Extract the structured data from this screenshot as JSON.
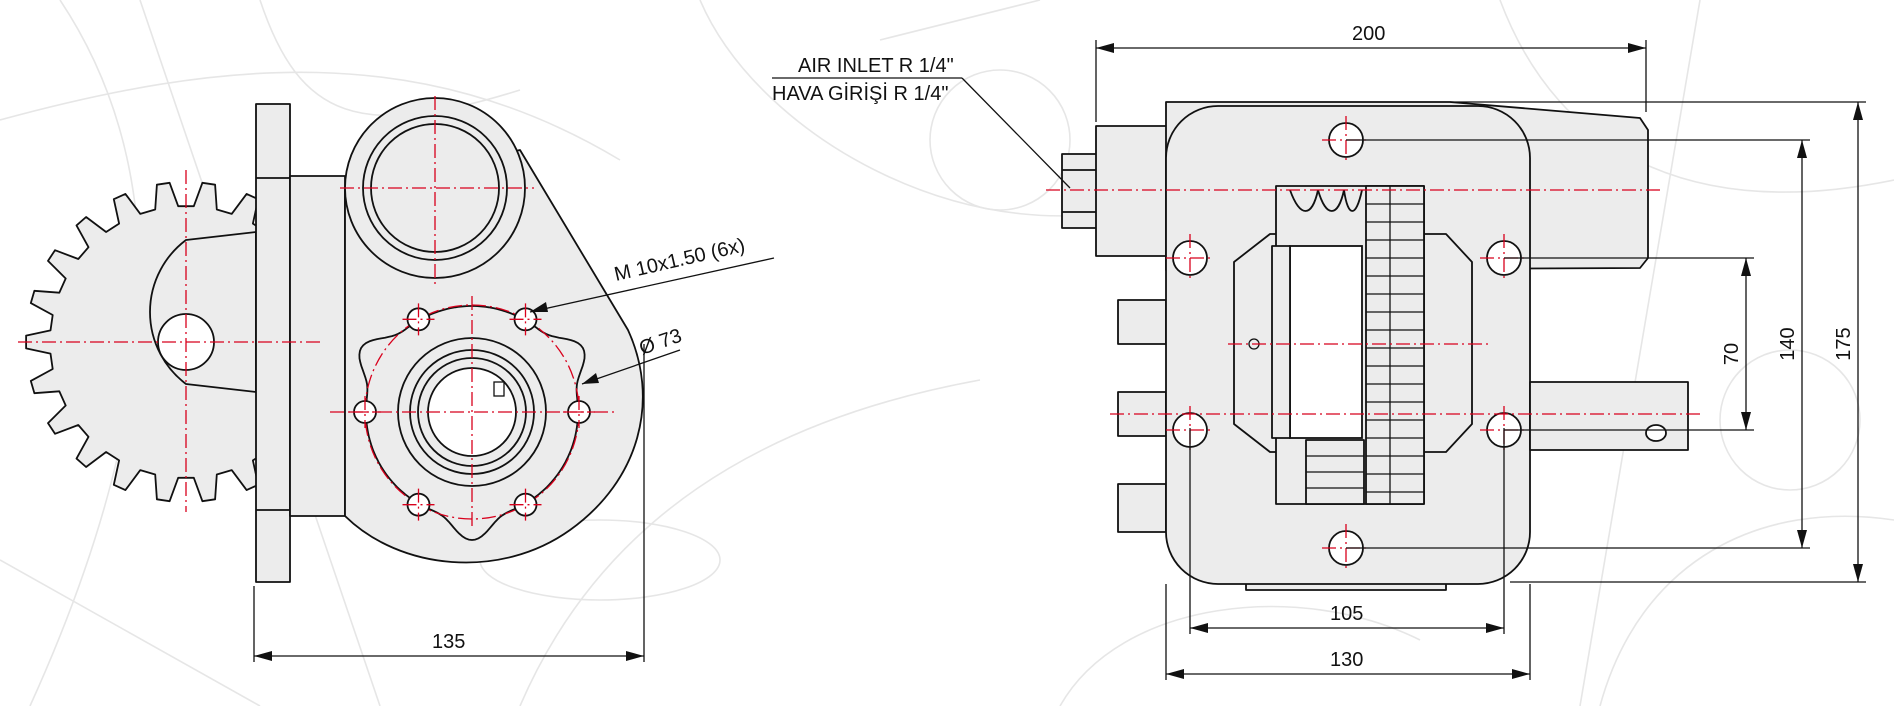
{
  "labels": {
    "air_inlet_en": "AIR INLET R 1/4\"",
    "air_inlet_tr": "HAVA GİRİŞİ R 1/4\"",
    "thread_callout": "M 10x1.50 (6x)",
    "diameter_callout": "Ø 73"
  },
  "dimensions": {
    "front_width": "135",
    "side_top_length": "200",
    "bolt_spacing_horizontal": "105",
    "body_width": "130",
    "bolt_spacing_vertical_inner": "70",
    "bolt_spacing_vertical_outer": "140",
    "overall_height": "175"
  },
  "colors": {
    "outline": "#111111",
    "fill": "#ececec",
    "centerline": "#d8001c",
    "background_sketch": "#e6e6e6"
  }
}
